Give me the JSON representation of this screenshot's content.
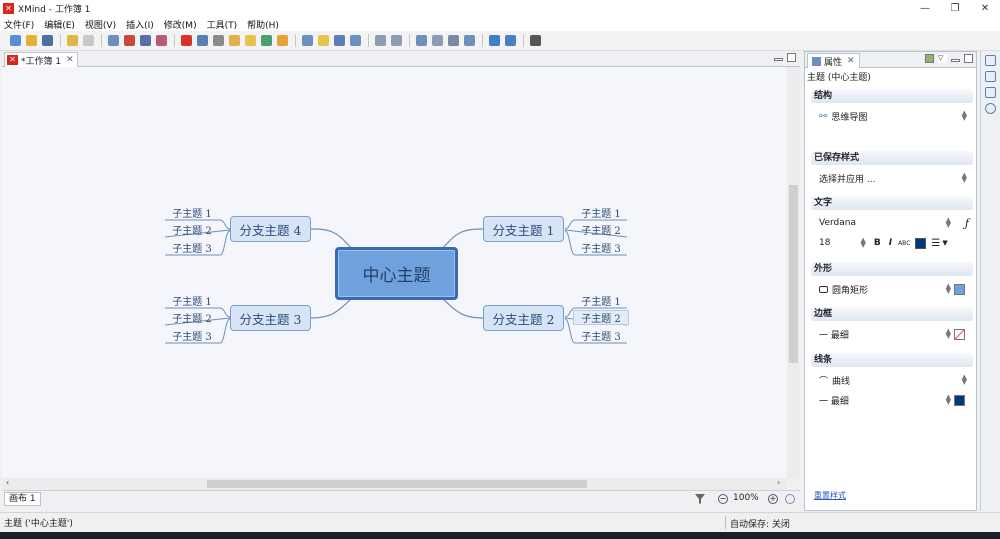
{
  "window": {
    "title": "XMind - 工作簿 1",
    "controls": [
      "—",
      "❐",
      "✕"
    ]
  },
  "menu": [
    "文件(F)",
    "编辑(E)",
    "视图(V)",
    "插入(I)",
    "修改(M)",
    "工具(T)",
    "帮助(H)"
  ],
  "editor": {
    "tab_label": "*工作簿 1",
    "close_glyph": "✕"
  },
  "mindmap": {
    "central": "中心主题",
    "branches": [
      {
        "label": "分支主题 1",
        "children": [
          "子主题 1",
          "子主题 2",
          "子主题 3"
        ]
      },
      {
        "label": "分支主题 2",
        "children": [
          "子主题 1",
          "子主题 2",
          "子主题 3"
        ]
      },
      {
        "label": "分支主题 3",
        "children": [
          "子主题 1",
          "子主题 2",
          "子主题 3"
        ]
      },
      {
        "label": "分支主题 4",
        "children": [
          "子主题 1",
          "子主题 2",
          "子主题 3"
        ]
      }
    ],
    "line_color": "#6f8fb8",
    "selected": "分支主题 2 / 子主题 2"
  },
  "sheet": {
    "tab_label": "画布 1",
    "zoom": "100%"
  },
  "properties": {
    "tab_label": "属性",
    "subtitle": "主题 (中心主题)",
    "structure": {
      "header": "结构",
      "value": "思维导图"
    },
    "saved_style": {
      "header": "已保存样式",
      "value": "选择并应用 ..."
    },
    "text": {
      "header": "文字",
      "font": "Verdana",
      "size": "18",
      "bold": "B",
      "italic": "I",
      "abc": "ABC",
      "color": "#003a7d",
      "align": "☰"
    },
    "shape": {
      "header": "外形",
      "value": "圆角矩形",
      "color": "#6ea1de"
    },
    "border": {
      "header": "边框",
      "value": "一 最细"
    },
    "line": {
      "header": "线条",
      "style": "曲线",
      "width": "一 最细",
      "color": "#003a7d"
    },
    "reset": "重置样式"
  },
  "status": {
    "left": "主题 ('中心主题')",
    "autosave": "自动保存: 关闭"
  },
  "colors": {
    "brand": "#d9261c",
    "central_fill": "#6ea1de",
    "main_fill": "#d7e4f6"
  }
}
